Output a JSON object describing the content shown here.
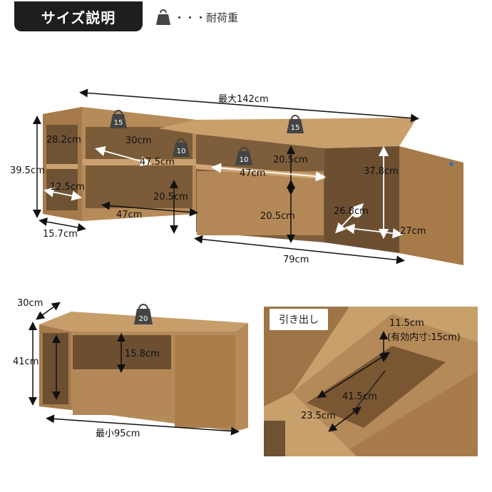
{
  "header": {
    "title": "サイズ説明"
  },
  "legend": {
    "icon": "weight-icon",
    "text": "・・・耐荷重"
  },
  "weights": {
    "w15": "15",
    "w10": "10",
    "w20": "20"
  },
  "dims": {
    "max_width": "最大142cm",
    "height_side": "39.5cm",
    "inner_h_1": "28.2cm",
    "inner_w_small": "12.5cm",
    "side_depth": "15.7cm",
    "depth_30": "30cm",
    "shelf_w": "47.5cm",
    "shelf_h": "20.5cm",
    "shelf_w2": "47cm",
    "center_h": "20.5cm",
    "center_w": "47cm",
    "drawer_h": "20.5cm",
    "cab_h": "37.8cm",
    "cab_dia": "26.8cm",
    "cab_w": "27cm",
    "base_w": "79cm"
  },
  "lower": {
    "depth": "30cm",
    "height": "41cm",
    "inner_h": "15.8cm",
    "min_width": "最小95cm"
  },
  "drawer_photo": {
    "label": "引き出し",
    "depth_h": "11.5cm",
    "inner_note": "(有効内寸:15cm)",
    "length": "41.5cm",
    "width": "23.5cm"
  },
  "colors": {
    "wood": "#b58a58",
    "wood_dark": "#8e6a41",
    "wood_light": "#d2aa78"
  }
}
